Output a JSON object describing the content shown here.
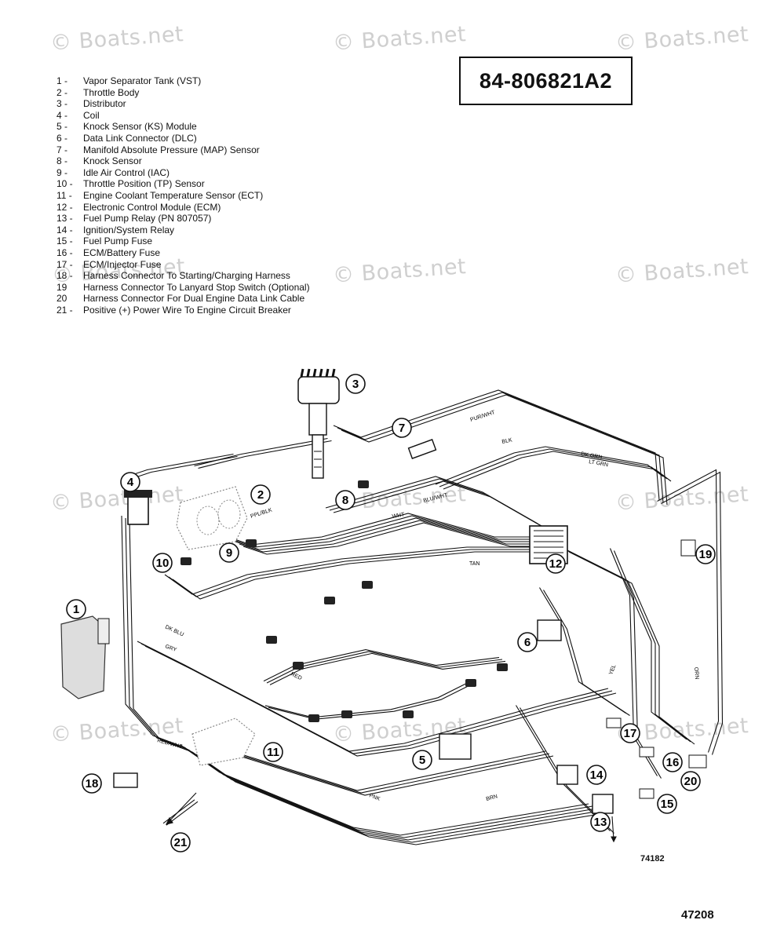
{
  "watermark": "© Boats.net",
  "part_number": "84-806821A2",
  "legend": [
    {
      "num": "1 -",
      "text": "Vapor Separator Tank (VST)"
    },
    {
      "num": "2 -",
      "text": "Throttle Body"
    },
    {
      "num": "3 -",
      "text": "Distributor"
    },
    {
      "num": "4 -",
      "text": "Coil"
    },
    {
      "num": "5 -",
      "text": "Knock Sensor (KS) Module"
    },
    {
      "num": "6 -",
      "text": "Data Link Connector (DLC)"
    },
    {
      "num": "7 -",
      "text": "Manifold Absolute Pressure (MAP) Sensor"
    },
    {
      "num": "8 -",
      "text": "Knock Sensor"
    },
    {
      "num": "9 -",
      "text": "Idle Air Control (IAC)"
    },
    {
      "num": "10 -",
      "text": "Throttle Position (TP) Sensor"
    },
    {
      "num": "11 -",
      "text": "Engine Coolant Temperature Sensor (ECT)"
    },
    {
      "num": "12 -",
      "text": "Electronic Control Module (ECM)"
    },
    {
      "num": "13 -",
      "text": "Fuel Pump Relay   (PN 807057)"
    },
    {
      "num": "14 -",
      "text": "Ignition/System Relay"
    },
    {
      "num": "15 -",
      "text": "Fuel Pump Fuse"
    },
    {
      "num": "16 -",
      "text": "ECM/Battery Fuse"
    },
    {
      "num": "17 -",
      "text": "ECM/Injector Fuse"
    },
    {
      "num": "18 -",
      "text": "Harness Connector To Starting/Charging Harness"
    },
    {
      "num": "19",
      "text": "Harness Connector To Lanyard Stop Switch (Optional)"
    },
    {
      "num": "20",
      "text": "Harness Connector For Dual Engine Data Link Cable"
    },
    {
      "num": "21 -",
      "text": "Positive  (+) Power Wire To Engine Circuit Breaker"
    }
  ],
  "callouts": [
    "1",
    "2",
    "3",
    "4",
    "5",
    "6",
    "7",
    "8",
    "9",
    "10",
    "11",
    "12",
    "13",
    "14",
    "15",
    "16",
    "17",
    "18",
    "19",
    "20",
    "21"
  ],
  "wire_labels": [
    "PUR/WHT",
    "BLK",
    "LT GRN",
    "BLU/WHT",
    "TAN",
    "DK BLU",
    "GRY",
    "RED",
    "YEL",
    "PNK",
    "BRN",
    "ORN",
    "WHT",
    "DK GRN",
    "PPL/BLK",
    "RED/WHT"
  ],
  "drawing_number": "74182",
  "figure_number": "47208"
}
